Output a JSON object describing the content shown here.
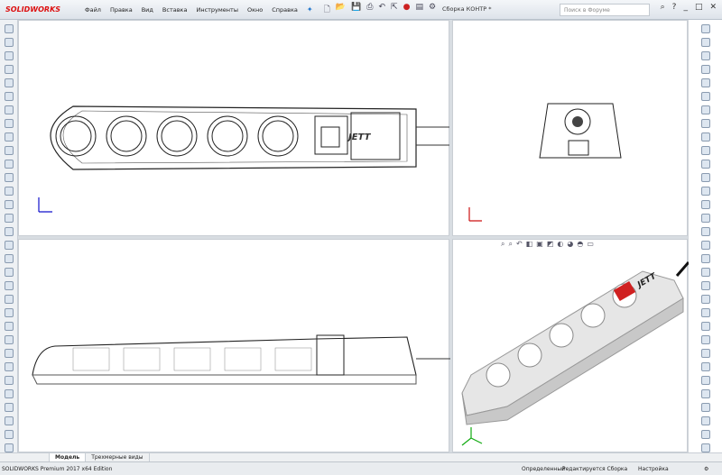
{
  "app": {
    "logo": "SOLIDWORKS",
    "document_title": "Сборка КОНТР *"
  },
  "menu": [
    "Файл",
    "Правка",
    "Вид",
    "Вставка",
    "Инструменты",
    "Окно",
    "Справка"
  ],
  "search": {
    "placeholder": "Поиск в Форуме"
  },
  "window_buttons": {
    "help": "?",
    "minimize": "_",
    "maximize": "□",
    "close": "✕"
  },
  "tabs": [
    "Модель",
    "Трехмерные виды"
  ],
  "status": {
    "edition": "SOLIDWORKS Premium 2017 x64 Edition",
    "state": "Определенный",
    "editing": "Редактируется Сборка",
    "settings": "Настройка"
  },
  "model": {
    "brand": "JETT"
  },
  "colors": {
    "accent": "#d11",
    "switch": "#d02020",
    "body": "#e6e6e6"
  }
}
